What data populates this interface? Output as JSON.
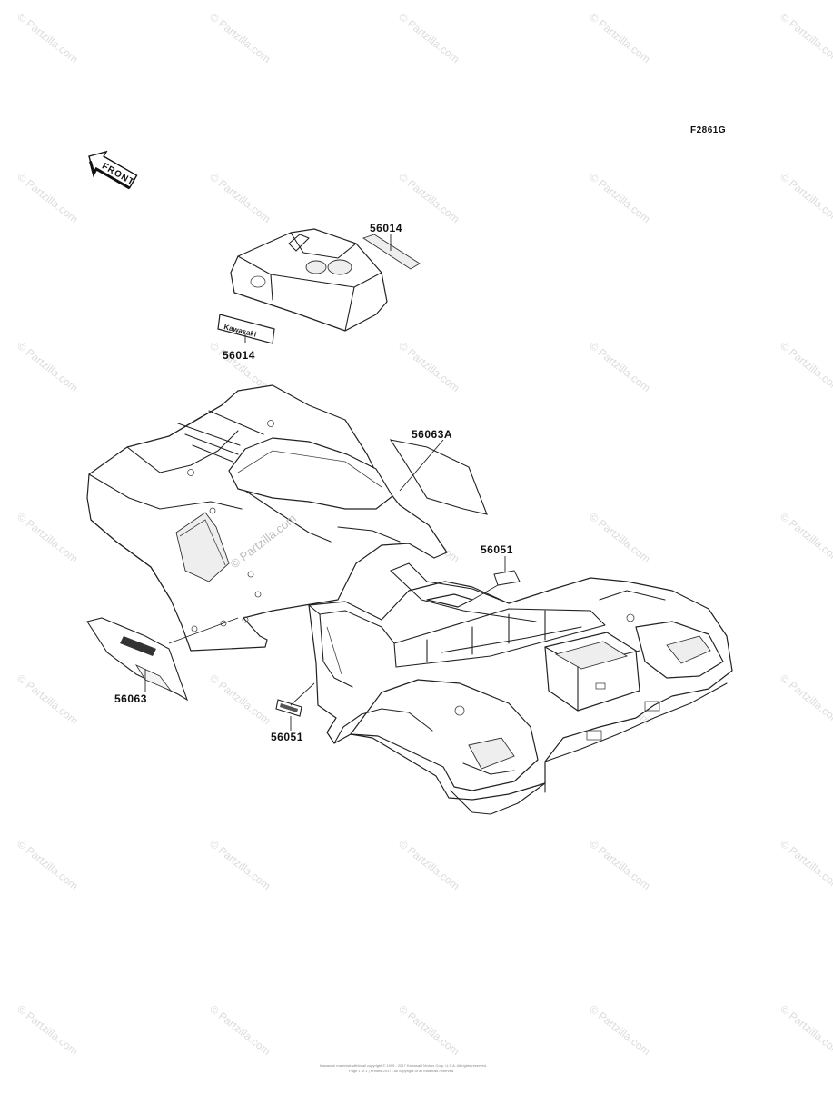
{
  "diagram": {
    "figure_code": "F2861G",
    "front_label": "FRONT",
    "part_labels": [
      {
        "id": "p1",
        "text": "56014"
      },
      {
        "id": "p2",
        "text": "56014"
      },
      {
        "id": "p3",
        "text": "56063A"
      },
      {
        "id": "p4",
        "text": "56051"
      },
      {
        "id": "p5",
        "text": "56063"
      },
      {
        "id": "p6",
        "text": "56051"
      }
    ],
    "decal_text": "Kawasaki",
    "watermark": "© Partzilla.com",
    "center_watermark": "© Partzilla.com",
    "footer_lines": [
      "Kawasaki materials within all copyright © 1995 - 2017 Kawasaki Motors Corp. U.S.A. All rights reserved.",
      "Page 1 of 1 | Printed 2017 - All copyright of all materials reserved."
    ]
  }
}
